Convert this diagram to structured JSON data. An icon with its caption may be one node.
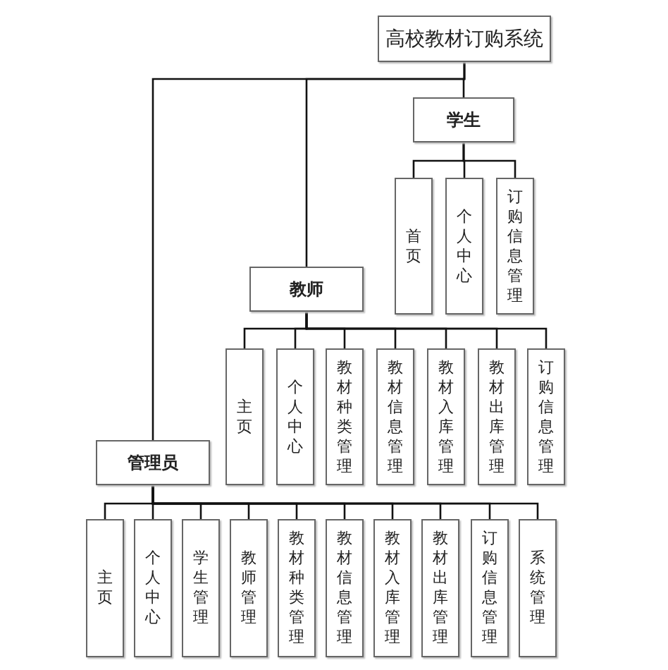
{
  "diagram": {
    "nodes": [
      {
        "text": [
          "高校教材订购系统"
        ]
      },
      {
        "text": [
          "学生"
        ]
      },
      {
        "text": [
          "首页"
        ]
      },
      {
        "text": [
          "个人中心"
        ]
      },
      {
        "text": [
          "订购信息管理"
        ]
      },
      {
        "text": [
          "教师"
        ]
      },
      {
        "text": [
          "主页"
        ]
      },
      {
        "text": [
          "个人中心"
        ]
      },
      {
        "text": [
          "教材种类管理"
        ]
      },
      {
        "text": [
          "教材信息管理"
        ]
      },
      {
        "text": [
          "教材入库管理"
        ]
      },
      {
        "text": [
          "教材出库管理"
        ]
      },
      {
        "text": [
          "订购信息管理"
        ]
      },
      {
        "text": [
          "管理员"
        ]
      },
      {
        "text": [
          "主页"
        ]
      },
      {
        "text": [
          "个人中心"
        ]
      },
      {
        "text": [
          "学生管理"
        ]
      },
      {
        "text": [
          "教师管理"
        ]
      },
      {
        "text": [
          "教材种类管理"
        ]
      },
      {
        "text": [
          "教材信息管理"
        ]
      },
      {
        "text": [
          "教材入库管理"
        ]
      },
      {
        "text": [
          "教材出库管理"
        ]
      },
      {
        "text": [
          "订购信息管理"
        ]
      },
      {
        "text": [
          "系统管理"
        ]
      }
    ],
    "edges": [
      {
        "from": 0,
        "to": 1,
        "arrow": "none"
      },
      {
        "from": 0,
        "to": 5,
        "arrow": "none"
      },
      {
        "from": 0,
        "to": 13,
        "arrow": "none"
      },
      {
        "from": 1,
        "to": 2,
        "arrow": "none"
      },
      {
        "from": 1,
        "to": 3,
        "arrow": "none"
      },
      {
        "from": 1,
        "to": 4,
        "arrow": "none"
      },
      {
        "from": 5,
        "to": 6,
        "arrow": "none"
      },
      {
        "from": 5,
        "to": 7,
        "arrow": "none"
      },
      {
        "from": 5,
        "to": 8,
        "arrow": "none"
      },
      {
        "from": 5,
        "to": 9,
        "arrow": "none"
      },
      {
        "from": 5,
        "to": 10,
        "arrow": "none"
      },
      {
        "from": 5,
        "to": 11,
        "arrow": "none"
      },
      {
        "from": 5,
        "to": 12,
        "arrow": "none"
      },
      {
        "from": 13,
        "to": 14,
        "arrow": "none"
      },
      {
        "from": 13,
        "to": 15,
        "arrow": "none"
      },
      {
        "from": 13,
        "to": 16,
        "arrow": "none"
      },
      {
        "from": 13,
        "to": 17,
        "arrow": "none"
      },
      {
        "from": 13,
        "to": 18,
        "arrow": "none"
      },
      {
        "from": 13,
        "to": 19,
        "arrow": "none"
      },
      {
        "from": 13,
        "to": 20,
        "arrow": "none"
      },
      {
        "from": 13,
        "to": 21,
        "arrow": "none"
      },
      {
        "from": 13,
        "to": 22,
        "arrow": "none"
      },
      {
        "from": 13,
        "to": 23,
        "arrow": "none"
      }
    ]
  }
}
